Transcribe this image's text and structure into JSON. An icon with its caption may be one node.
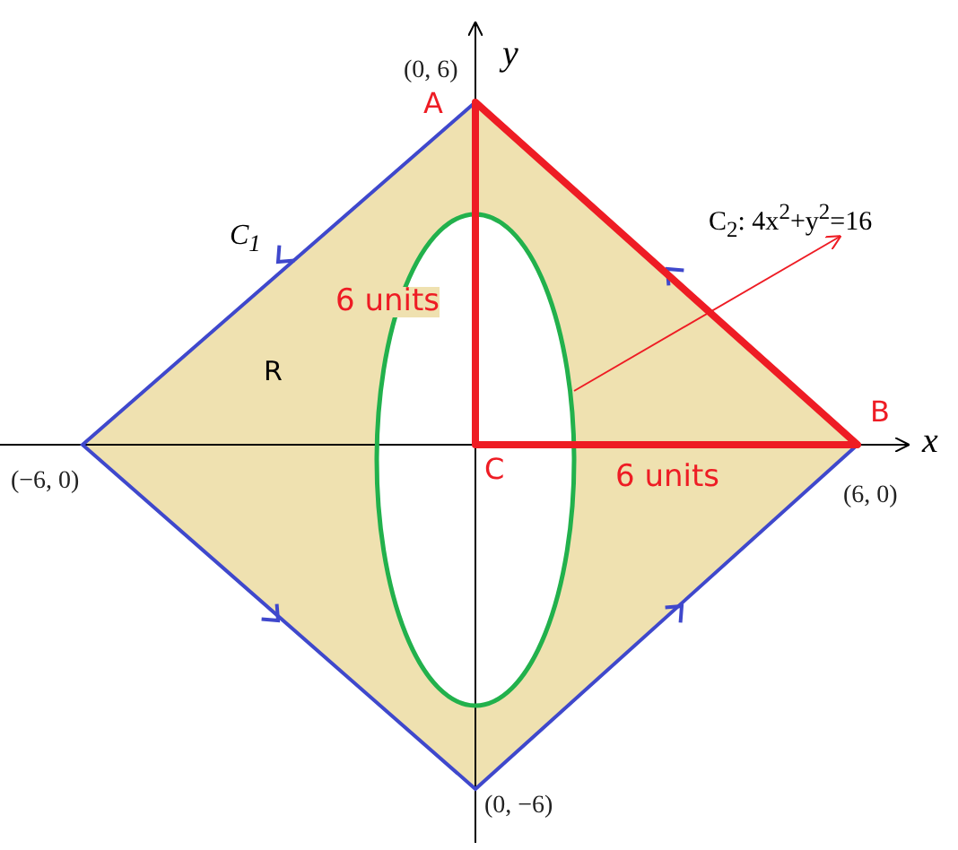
{
  "diagram": {
    "nodes": [
      {
        "text": [
          "C$_{2}$: 4x$^{2}$+y$^{2}$=16"
        ]
      },
      {
        "text": [],
        "shape": "ellipse"
      }
    ],
    "edges": [
      {
        "from": 1,
        "to": 0,
        "arrow": "to",
        "color": "#ee1c24"
      }
    ],
    "labels": [
      "y",
      "(0, 6)",
      "A",
      "C$_{1}$",
      "6 units",
      "R",
      "B",
      "x",
      "(−6, 0)",
      "C",
      "6 units",
      "(6, 0)",
      "(0, −6)"
    ]
  }
}
